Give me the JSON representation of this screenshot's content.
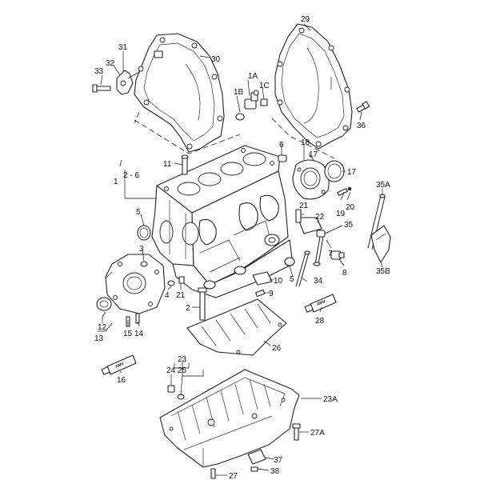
{
  "callouts": {
    "c1": "1",
    "c2_6": "2 - 6",
    "c2": "2",
    "c3": "3",
    "c4": "4",
    "c5a": "5",
    "c5b": "5",
    "c6": "6",
    "c7": "7",
    "c8": "8",
    "c9": "9",
    "c10": "10",
    "c11": "11",
    "c12": "12",
    "c13": "13",
    "c14": "14",
    "c15": "15",
    "c16": "16",
    "c17a": "17",
    "c17b": "17",
    "c18": "18",
    "c19": "19",
    "c20": "20",
    "c21a": "21",
    "c21b": "21",
    "c22": "22",
    "c23": "23",
    "c23a": "23A",
    "c24": "24",
    "c25": "25",
    "c26": "26",
    "c27": "27",
    "c27a": "27A",
    "c28": "28",
    "c29": "29",
    "c30": "30",
    "c31": "31",
    "c32": "32",
    "c33": "33",
    "c34": "34",
    "c35": "35",
    "c35a": "35A",
    "c35b": "35B",
    "c36": "36",
    "c37": "37",
    "c38": "38",
    "c1a": "1A",
    "c1b": "1B",
    "c1c": "1C"
  },
  "tube_labels": {
    "amv_16": "AMV",
    "amv_28": "AMV"
  }
}
